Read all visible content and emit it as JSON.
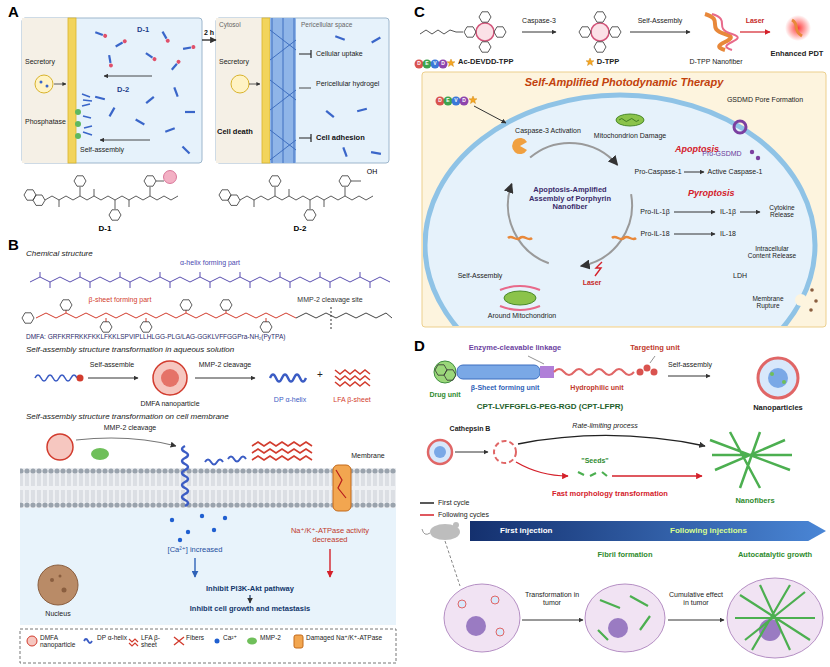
{
  "diagram": {
    "nodes": [
      {
        "text": [
          "Secretory",
          "Phosphatase",
          "Self-assembly",
          "D-1",
          "D-2"
        ]
      },
      {
        "text": [
          "Cytosol",
          "Pericellular space",
          "Secretory",
          "Cellular uptake",
          "Pericellular hydrogel",
          "Cell death",
          "Cell adhesion"
        ]
      },
      {
        "text": [
          "Inhibit PI3K-Akt pathway",
          "Inhibit cell growth and metastasis"
        ]
      },
      {
        "text": [
          "Self-Amplified Photodynamic Therapy"
        ]
      },
      {
        "text": [
          "First injection",
          "Following injections"
        ]
      }
    ],
    "edges": [
      {
        "from": 0,
        "to": 1,
        "label": "2 h",
        "arrow": "to"
      }
    ],
    "labels": [
      "A",
      "D-1",
      "D-2",
      "OH",
      "B",
      "Chemical structure",
      "α-helix forming part",
      "β-sheet forming part",
      "MMP-2 cleavage site",
      "DMFA: GRFKRFRKKFKKLFKKLSPVIPLLHLGG-PLG/LAG-GGKLVFFGGPra-NH₂(PyTPA)",
      "Self-assembly structure transformation in aqueous solution",
      "Self-assemble",
      "MMP-2 cleavage",
      "DMFA nanoparticle",
      "DP α-helix",
      "+",
      "LFA β-sheet",
      "Self-assembly structure transformation on cell membrane",
      "MMP-2 cleavage",
      "Membrane",
      "[Ca²⁺] increased",
      "Na⁺/K⁺-ATPase activity decreased",
      "Nucleus",
      "C",
      "D",
      "E",
      "V",
      "D",
      "Ac-DEVDD-TPP",
      "Caspase-3",
      "D-TPP",
      "Self-Assembly",
      "D-TPP Nanofiber",
      "Laser",
      "Enhanced PDT",
      "D",
      "E",
      "V",
      "D",
      "Caspase-3 Activation",
      "Mitochondrion Damage",
      "Apoptosis",
      "Apoptosis-Amplified Assembly of Porphyrin Nanofiber",
      "Self-Assembly",
      "Around Mitochondrion",
      "Laser",
      "GSDMD Pore Formation",
      "Pro-GSDMD",
      "Pro-Caspase-1",
      "Active Caspase-1",
      "Pyroptosis",
      "Pro-IL-1β",
      "IL-1β",
      "Pro-IL-18",
      "IL-18",
      "Cytokine Release",
      "Intracellular Content Release",
      "LDH",
      "Membrane Rupture",
      "D",
      "Enzyme-cleavable linkage",
      "Targeting unit",
      "Drug unit",
      "β-Sheet forming unit",
      "Hydrophilic unit",
      "CPT-LVFFGFLG-PEG-RGD (CPT-LFPR)",
      "Self-assembly",
      "Nanoparticles",
      "Cathepsin B",
      "Rate-limiting process",
      "\"Seeds\"",
      "Fast morphology transformation",
      "Nanofibers",
      "Fibril formation",
      "Autocatalytic growth",
      "Transformation in tumor",
      "Cumulative effect in tumor"
    ],
    "legend": [
      {
        "text": "DMFA nanoparticle"
      },
      {
        "text": "DP α-helix"
      },
      {
        "text": "LFA β-sheet"
      },
      {
        "text": "Fibers"
      },
      {
        "text": "Ca²⁺"
      },
      {
        "text": "MMP-2"
      },
      {
        "text": "Damaged Na⁺/K⁺-ATPase"
      },
      {
        "text": "First cycle"
      },
      {
        "text": "Following cycles"
      }
    ]
  }
}
